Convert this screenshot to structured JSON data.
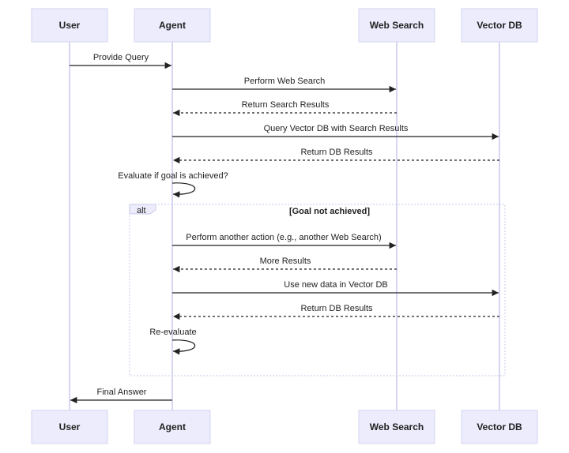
{
  "actors": [
    {
      "id": "user",
      "label": "User"
    },
    {
      "id": "agent",
      "label": "Agent"
    },
    {
      "id": "websearch",
      "label": "Web Search"
    },
    {
      "id": "vectordb",
      "label": "Vector DB"
    }
  ],
  "messages": [
    {
      "from": "user",
      "to": "agent",
      "label": "Provide Query",
      "style": "solid"
    },
    {
      "from": "agent",
      "to": "websearch",
      "label": "Perform Web Search",
      "style": "solid"
    },
    {
      "from": "websearch",
      "to": "agent",
      "label": "Return Search Results",
      "style": "dashed"
    },
    {
      "from": "agent",
      "to": "vectordb",
      "label": "Query Vector DB with Search Results",
      "style": "solid"
    },
    {
      "from": "vectordb",
      "to": "agent",
      "label": "Return DB Results",
      "style": "dashed"
    },
    {
      "from": "agent",
      "to": "agent",
      "label": "Evaluate if goal is achieved?",
      "style": "solid"
    },
    {
      "from": "agent",
      "to": "websearch",
      "label": "Perform another action (e.g., another Web Search)",
      "style": "solid"
    },
    {
      "from": "websearch",
      "to": "agent",
      "label": "More Results",
      "style": "dashed"
    },
    {
      "from": "agent",
      "to": "vectordb",
      "label": "Use new data in Vector DB",
      "style": "solid"
    },
    {
      "from": "vectordb",
      "to": "agent",
      "label": "Return DB Results",
      "style": "dashed"
    },
    {
      "from": "agent",
      "to": "agent",
      "label": "Re-evaluate",
      "style": "solid"
    },
    {
      "from": "agent",
      "to": "user",
      "label": "Final Answer",
      "style": "solid"
    }
  ],
  "alt_frame": {
    "keyword": "alt",
    "condition": "[Goal not achieved]"
  }
}
